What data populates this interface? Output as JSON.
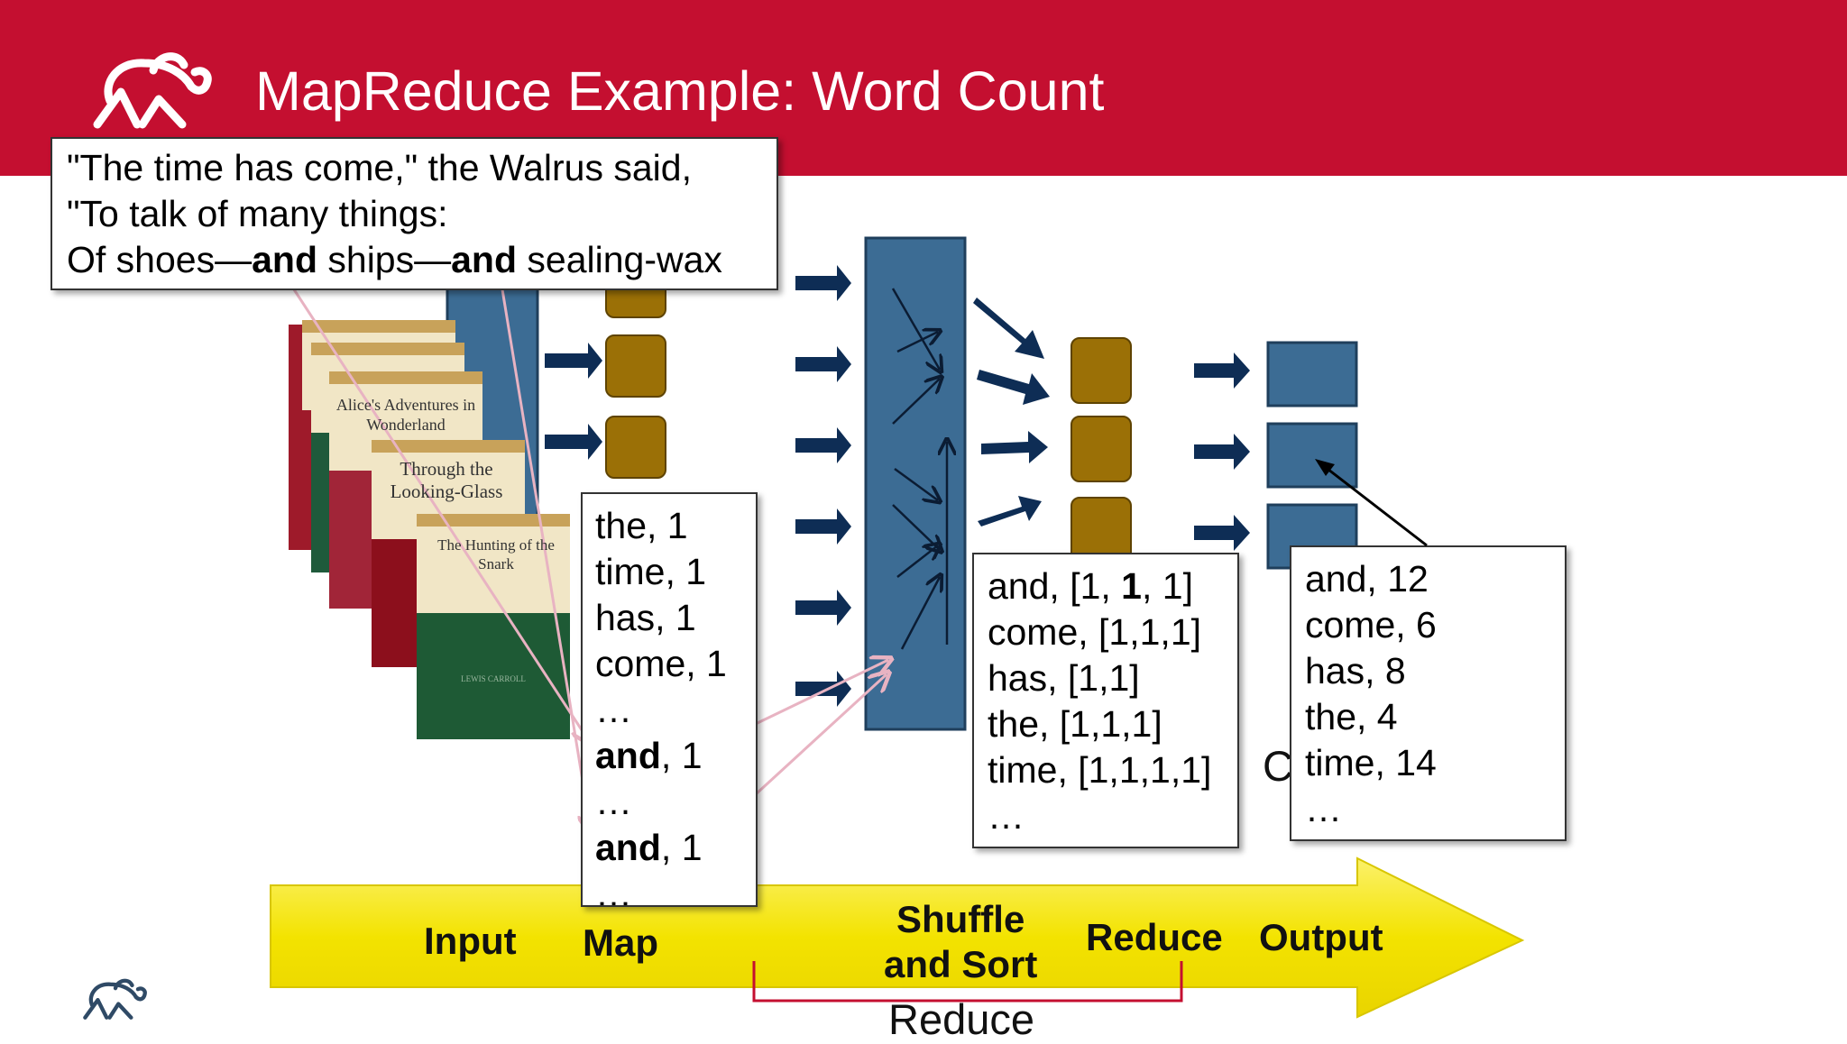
{
  "slide": {
    "title": "MapReduce Example: Word Count"
  },
  "quote": {
    "line1": "\"The time has come,\" the Walrus said,",
    "line2": "\"To talk of many things:",
    "line3_prefix": "Of shoes—",
    "line3_and1": "and",
    "line3_mid": " ships—",
    "line3_and2": "and",
    "line3_suffix": " sealing-wax"
  },
  "books": [
    {
      "title": "Alice's Adventures in Wonderland"
    },
    {
      "title": "Through the Looking-Glass"
    },
    {
      "title": "The Hunting of the Snark"
    },
    {
      "cover_author": "LEWIS CARROLL"
    }
  ],
  "map_output": {
    "rows": [
      {
        "word": "the",
        "count": ", 1"
      },
      {
        "word": "time",
        "count": ", 1"
      },
      {
        "word": "has",
        "count": ", 1"
      },
      {
        "word": "come",
        "count": ", 1"
      },
      {
        "word": "…",
        "count": ""
      },
      {
        "word": "and",
        "count": ", 1"
      },
      {
        "word": "…",
        "count": ""
      },
      {
        "word": "and",
        "count": ", 1"
      },
      {
        "word": "…",
        "count": ""
      }
    ]
  },
  "shuffle_output": {
    "row1_prefix": "and, [1, ",
    "row1_bold": "1",
    "row1_suffix": ", 1]",
    "row2": "come, [1,1,1]",
    "row3": "has, [1,1]",
    "row4": "the, [1,1,1]",
    "row5": "time, [1,1,1,1]",
    "row6": "…"
  },
  "reduce_output": {
    "rows": [
      "and, 12",
      "come, 6",
      "has, 8",
      "the, 4",
      "time, 14",
      "…"
    ]
  },
  "hidden_letter": "C",
  "pipeline": {
    "input": "Input",
    "map": "Map",
    "shuffle_line1": "Shuffle",
    "shuffle_line2": "and Sort",
    "reduce": "Reduce",
    "output": "Output"
  },
  "reduce_bracket_label": "Reduce",
  "colors": {
    "header": "#c40f30",
    "block_blue": "#3c6c94",
    "task_gold": "#9b7006",
    "arrow_navy": "#0e2d55",
    "pipeline_yellow": "#f3e500",
    "bracket_red": "#c40f30",
    "pink_line": "#e8b3c2"
  }
}
